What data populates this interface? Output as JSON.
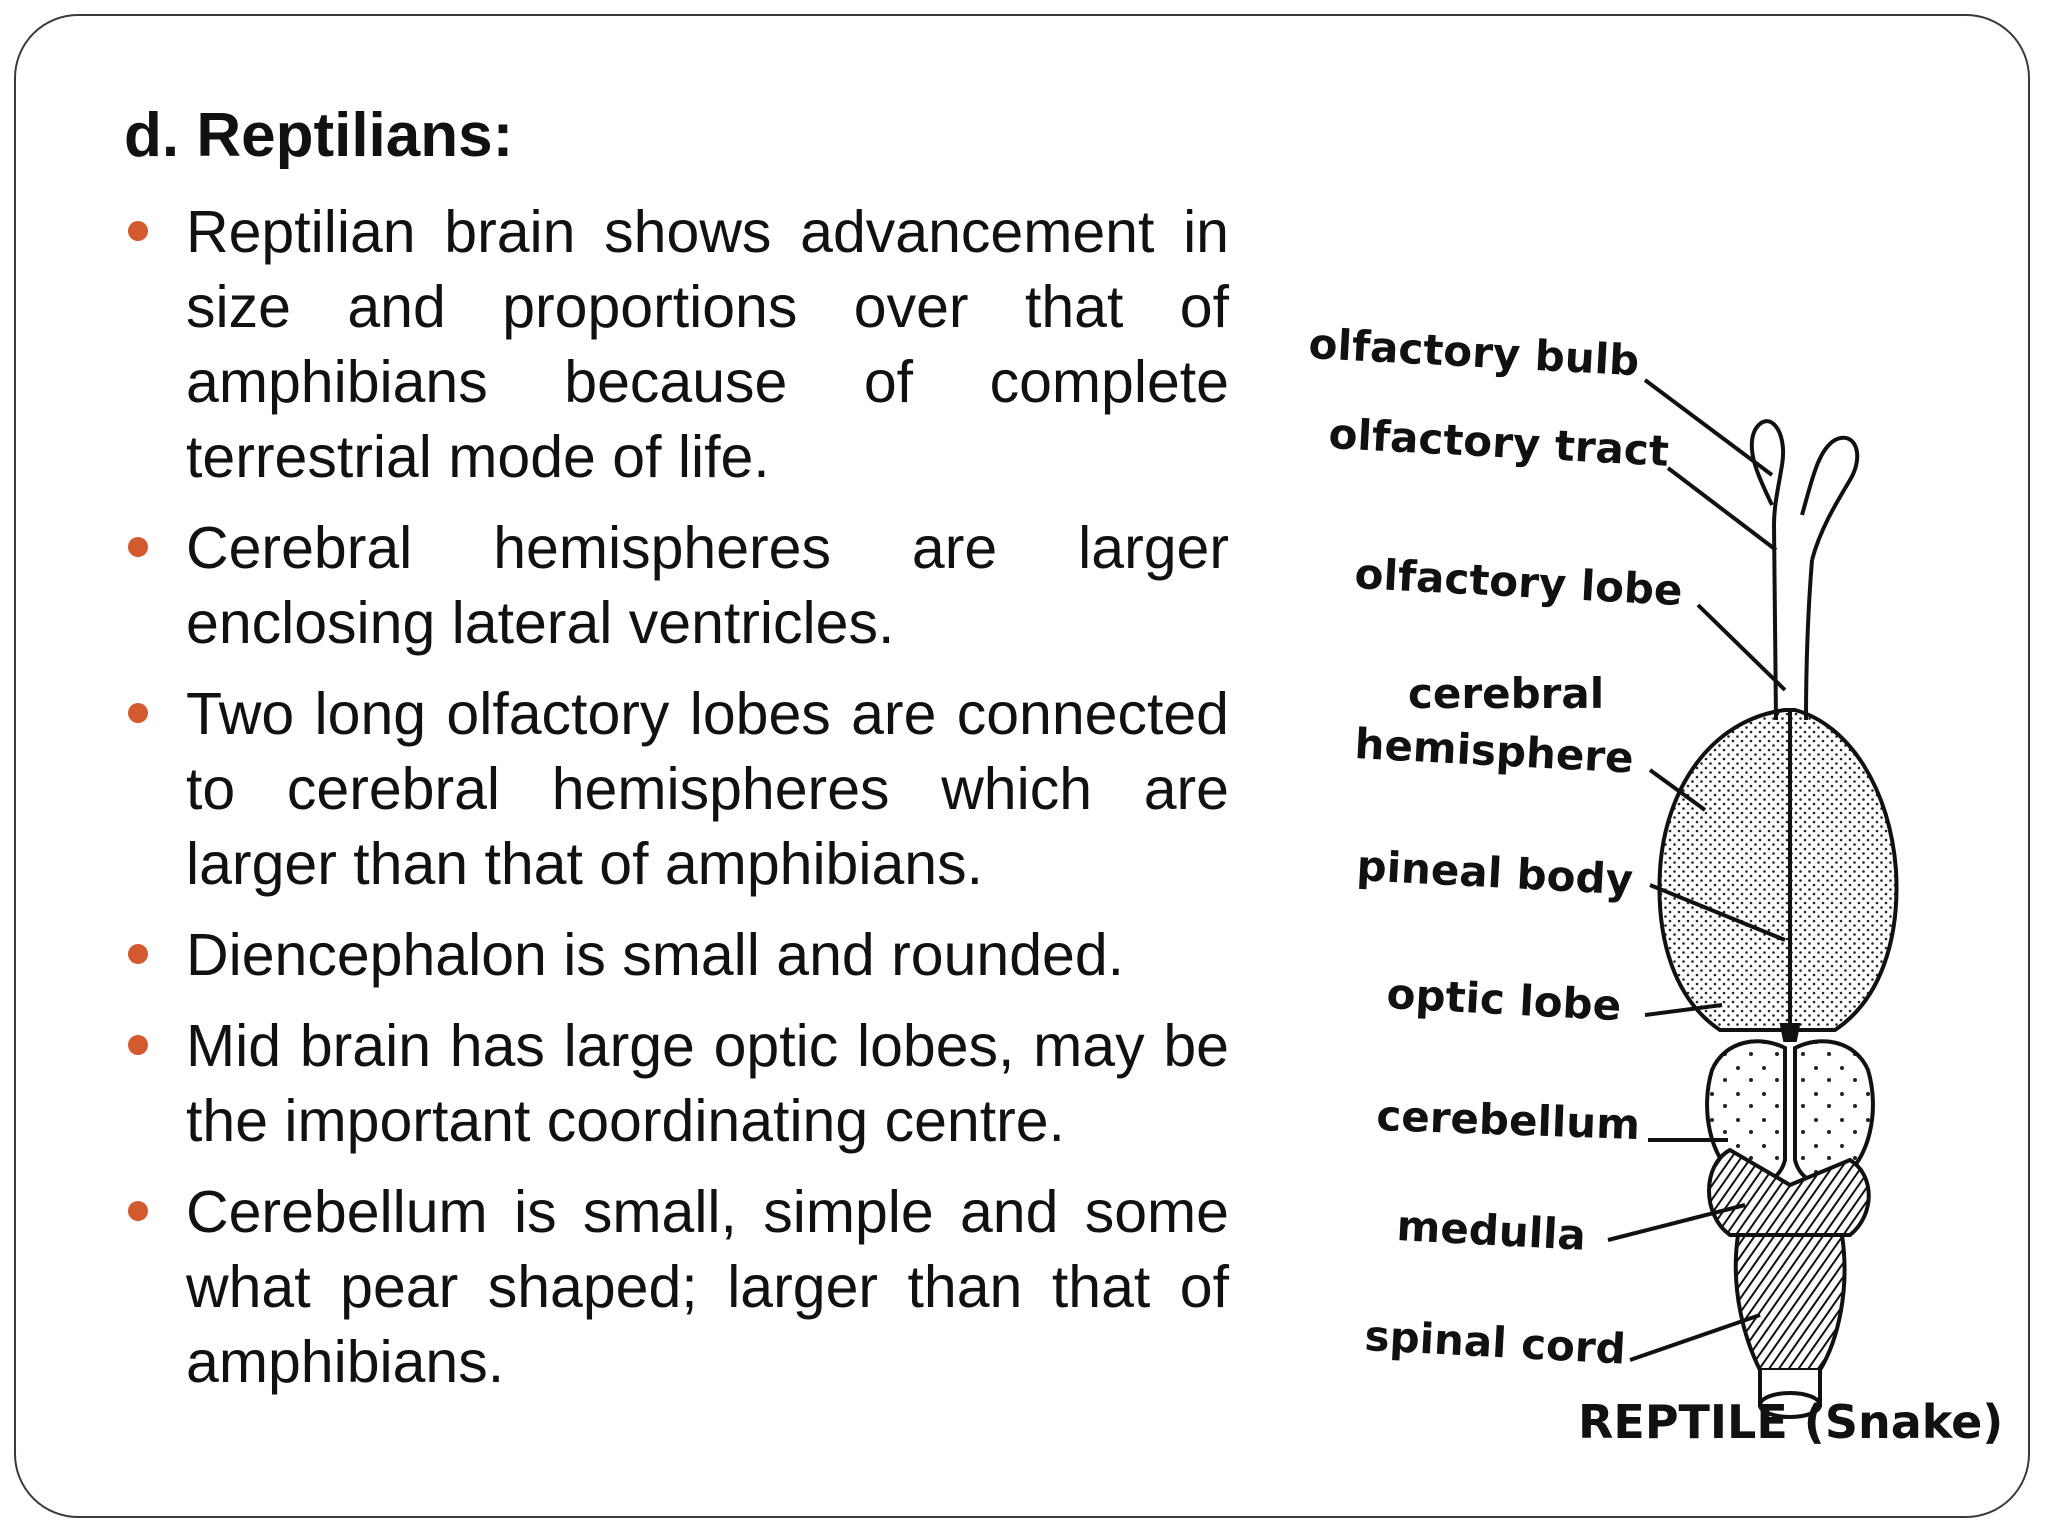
{
  "colors": {
    "bullet": "#d35a2e",
    "text": "#111111"
  },
  "slide": {
    "title": "d. Reptilians:",
    "bullets": [
      "Reptilian brain shows advancement in size and proportions over that of amphibians because of complete terrestrial mode of life.",
      "Cerebral hemispheres are larger enclosing lateral ventricles.",
      "Two long olfactory lobes are connected to cerebral hemispheres which are larger than that of amphibians.",
      "Diencephalon is small and rounded.",
      "Mid brain has large optic lobes, may be the important coordinating centre.",
      "Cerebellum is small, simple and some what pear shaped; larger than that of amphibians."
    ]
  },
  "diagram": {
    "labels": {
      "olfactory_bulb": "olfactory bulb",
      "olfactory_tract": "olfactory tract",
      "olfactory_lobe": "olfactory lobe",
      "cerebral_1": "cerebral",
      "cerebral_2": "hemisphere",
      "pineal_body": "pineal body",
      "optic_lobe": "optic lobe",
      "cerebellum": "cerebellum",
      "medulla": "medulla",
      "spinal_cord": "spinal cord"
    },
    "caption": "REPTILE (Snake)"
  }
}
